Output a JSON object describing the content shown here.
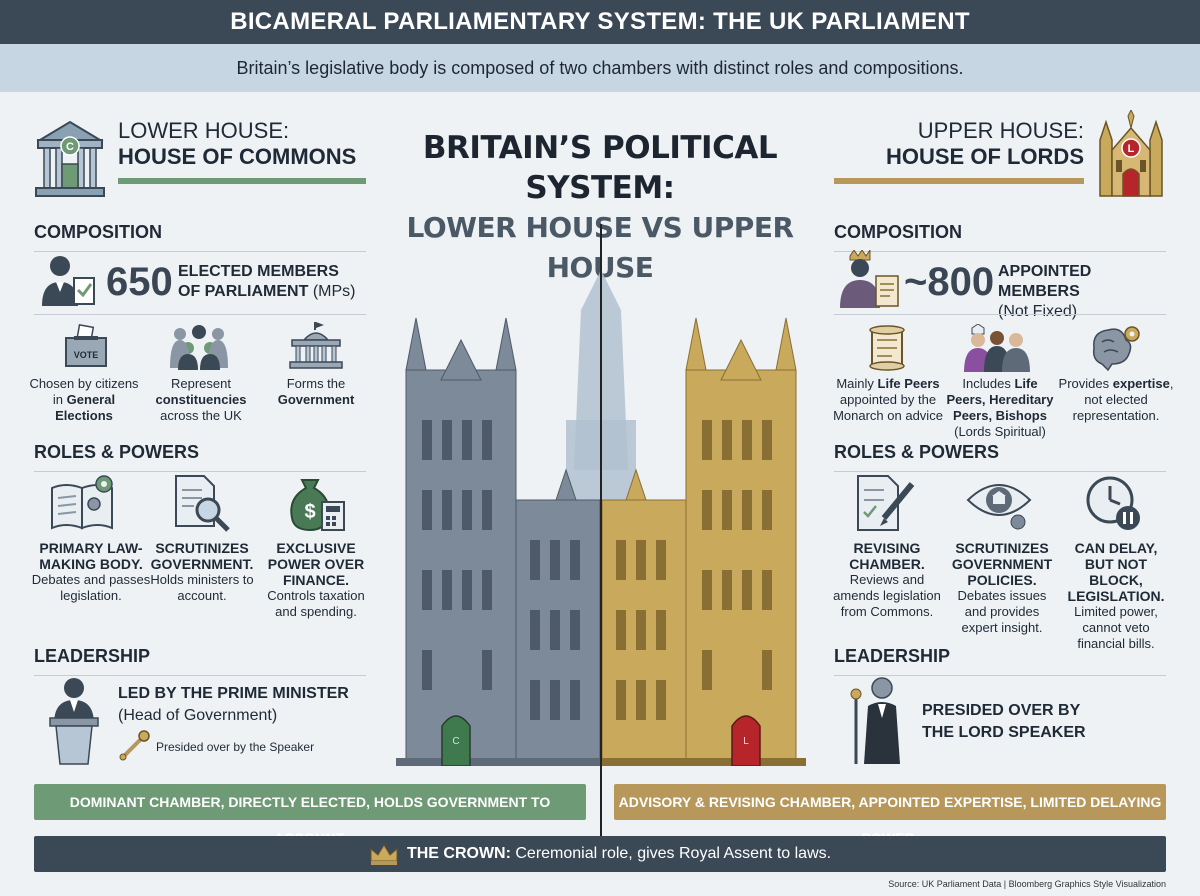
{
  "header": {
    "title": "BICAMERAL PARLIAMENTARY SYSTEM: THE UK PARLIAMENT",
    "subtitle": "Britain’s legislative body is composed of two chambers with distinct roles and compositions."
  },
  "center": {
    "title_line1": "BRITAIN’S POLITICAL SYSTEM:",
    "title_line2": "LOWER HOUSE VS UPPER HOUSE"
  },
  "lower": {
    "head_line1": "LOWER HOUSE:",
    "head_line2": "HOUSE OF COMMONS",
    "icon_letter": "C",
    "composition_title": "COMPOSITION",
    "count": "650",
    "count_label_bold": "ELECTED MEMBERS OF PARLIAMENT",
    "count_label_rest": "(MPs)",
    "ballot_text": "VOTE",
    "items": [
      {
        "pre": "Chosen by citizens in ",
        "bold": "General Elections",
        "post": ""
      },
      {
        "pre": "Represent ",
        "bold": "constituencies",
        "post": " across the UK"
      },
      {
        "pre": "Forms the ",
        "bold": "Government",
        "post": ""
      }
    ],
    "roles_title": "ROLES & POWERS",
    "roles": [
      {
        "title": "PRIMARY LAW-MAKING BODY.",
        "desc": "Debates and passes legislation."
      },
      {
        "title": "SCRUTINIZES GOVERNMENT.",
        "desc": "Holds ministers to account."
      },
      {
        "title": "EXCLUSIVE POWER OVER FINANCE.",
        "desc": "Controls taxation and spending."
      }
    ],
    "leadership_title": "LEADERSHIP",
    "leader_main": "LED BY THE PRIME MINISTER",
    "leader_sub": "(Head of Government)",
    "leader_small": "Presided over by the Speaker",
    "banner": "DOMINANT CHAMBER, DIRECTLY ELECTED, HOLDS GOVERNMENT TO ACCOUNT."
  },
  "upper": {
    "head_line1": "UPPER HOUSE:",
    "head_line2": "HOUSE OF LORDS",
    "icon_letter": "L",
    "composition_title": "COMPOSITION",
    "count": "~800",
    "count_label_bold": "APPOINTED MEMBERS",
    "count_label_rest": "(Not Fixed)",
    "items": [
      {
        "pre": "Mainly ",
        "bold": "Life Peers",
        "post": " appointed by the Monarch on advice"
      },
      {
        "pre": "Includes ",
        "bold": "Life Peers, Hereditary Peers, Bishops",
        "post": " (Lords Spiritual)"
      },
      {
        "pre": "Provides ",
        "bold": "expertise",
        "post": ", not elected representation."
      }
    ],
    "roles_title": "ROLES & POWERS",
    "roles": [
      {
        "title": "REVISING CHAMBER.",
        "desc": "Reviews and amends legislation from Commons."
      },
      {
        "title": "SCRUTINIZES GOVERNMENT POLICIES.",
        "desc": "Debates issues and provides expert insight."
      },
      {
        "title": "CAN DELAY, BUT NOT BLOCK, LEGISLATION.",
        "desc": "Limited power, cannot veto financial bills."
      }
    ],
    "leadership_title": "LEADERSHIP",
    "leader_main": "PRESIDED OVER BY THE LORD SPEAKER",
    "banner": "ADVISORY & REVISING CHAMBER, APPOINTED EXPERTISE, LIMITED DELAYING POWER."
  },
  "building": {
    "left_door_letter": "C",
    "right_door_letter": "L"
  },
  "crown": {
    "bold": "THE CROWN:",
    "text": " Ceremonial role, gives Royal Assent to laws."
  },
  "source": "Source: UK Parliament Data | Bloomberg Graphics Style Visualization",
  "colors": {
    "dark_navy": "#3b4856",
    "light_blue": "#c6d6e2",
    "commons_green": "#6f9a76",
    "lords_gold": "#b8985a",
    "stone_grey": "#7d8a99",
    "stone_gold": "#c9a95c"
  }
}
